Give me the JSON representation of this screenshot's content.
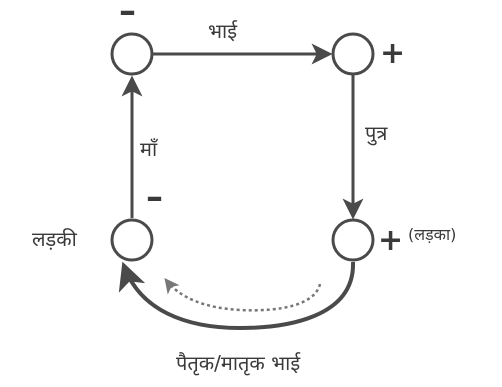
{
  "nodes": {
    "top_left": {
      "sign": "–"
    },
    "top_right": {
      "sign": "+"
    },
    "bottom_left": {
      "label": "लड़की",
      "sign": "–"
    },
    "bottom_right": {
      "sign": "+",
      "note": "(लड़का)"
    }
  },
  "edges": {
    "top": {
      "label": "भाई"
    },
    "right": {
      "label": "पुत्र"
    },
    "left": {
      "label": "माँ"
    },
    "bottom_curve": {
      "label": "पैतृक/मातृक भाई"
    }
  },
  "colors": {
    "stroke": "#4a4a4a",
    "text": "#3a3a3a"
  }
}
